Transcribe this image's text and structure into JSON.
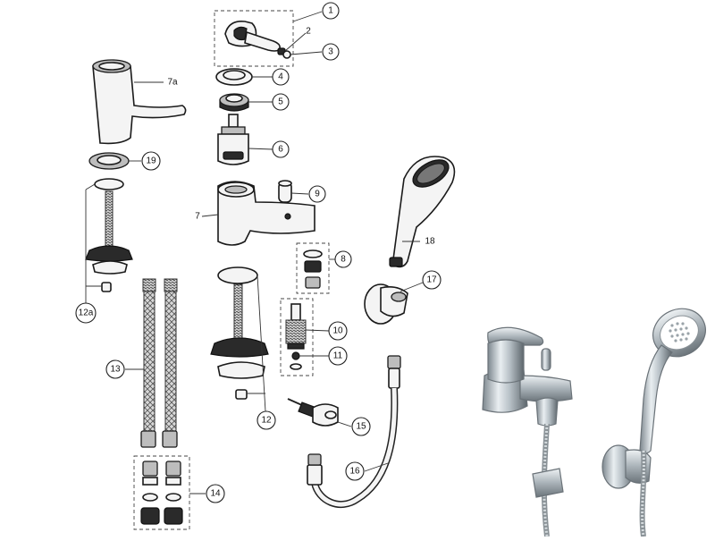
{
  "callouts": {
    "c1": "1",
    "c2": "2",
    "c3": "3",
    "c4": "4",
    "c5": "5",
    "c6": "6",
    "c7": "7",
    "c7a": "7a",
    "c8": "8",
    "c9": "9",
    "c10": "10",
    "c11": "11",
    "c12": "12",
    "c12a": "12a",
    "c13": "13",
    "c14": "14",
    "c15": "15",
    "c16": "16",
    "c17": "17",
    "c18": "18",
    "c19": "19"
  },
  "colors": {
    "line": "#1a1a1a",
    "chrome_light": "#e9eef1",
    "chrome_dark": "#7d878e"
  }
}
